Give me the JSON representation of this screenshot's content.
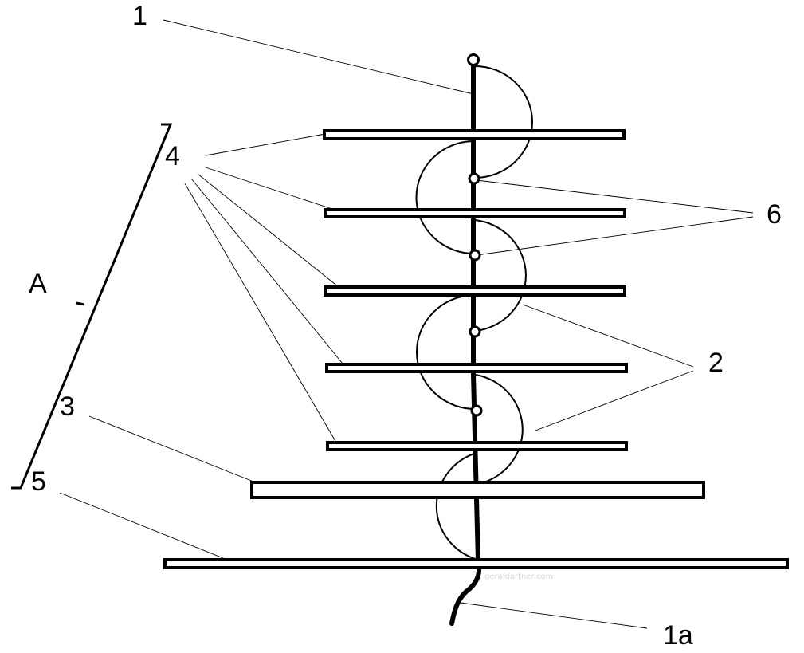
{
  "labels": {
    "mast": "1",
    "cable": "1a",
    "phasing_line": "2",
    "reflector": "3",
    "directors": "4",
    "ground_element": "5",
    "junctions": "6",
    "group": "A"
  },
  "watermark": "geraldartner.com"
}
